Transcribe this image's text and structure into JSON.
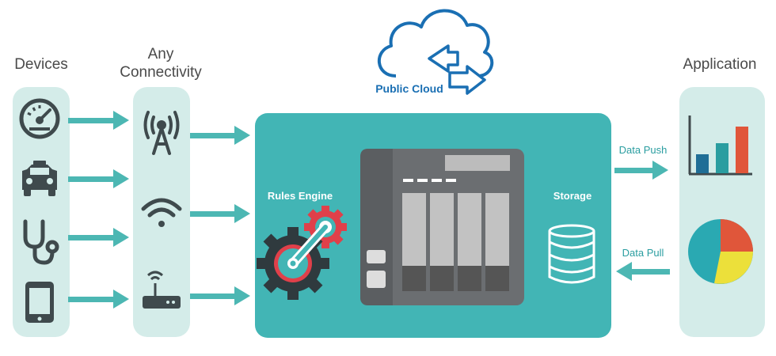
{
  "columns": {
    "devices": "Devices",
    "connectivity": "Any\nConnectivity",
    "application": "Application"
  },
  "cloud": {
    "label": "Public Cloud"
  },
  "hub": {
    "rules_engine": "Rules Engine",
    "storage": "Storage"
  },
  "flows": {
    "push": "Data Push",
    "pull": "Data Pull"
  },
  "devices": [
    "speedometer-icon",
    "car-icon",
    "stethoscope-icon",
    "tablet-icon"
  ],
  "connectivity": [
    "cell-tower-icon",
    "wifi-icon",
    "router-icon"
  ],
  "colors": {
    "teal": "#42b5b5",
    "panel": "#d4ece9",
    "arrow": "#4cb7b3",
    "icon": "#3f4a4d",
    "cloud_blue": "#1a6fb3",
    "gear_red": "#e0404a",
    "gear_dark": "#2f3a3e",
    "bar_blue": "#1f6e96",
    "bar_teal": "#2a9da0",
    "bar_red": "#e0563a",
    "pie_yellow": "#ece03a"
  }
}
